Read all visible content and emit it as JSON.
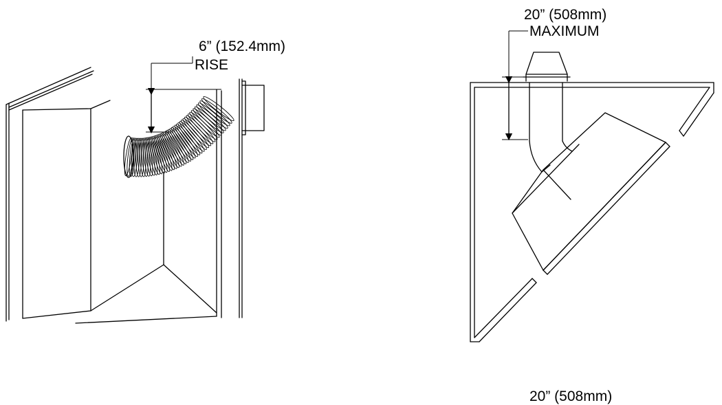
{
  "left_figure": {
    "dimension_value": "6” (152.4mm)",
    "dimension_label": "RISE"
  },
  "right_figure": {
    "dimension_value": "20” (508mm)",
    "dimension_label": "MAXIMUM"
  },
  "bottom_caption": {
    "text": "20” (508mm)"
  }
}
